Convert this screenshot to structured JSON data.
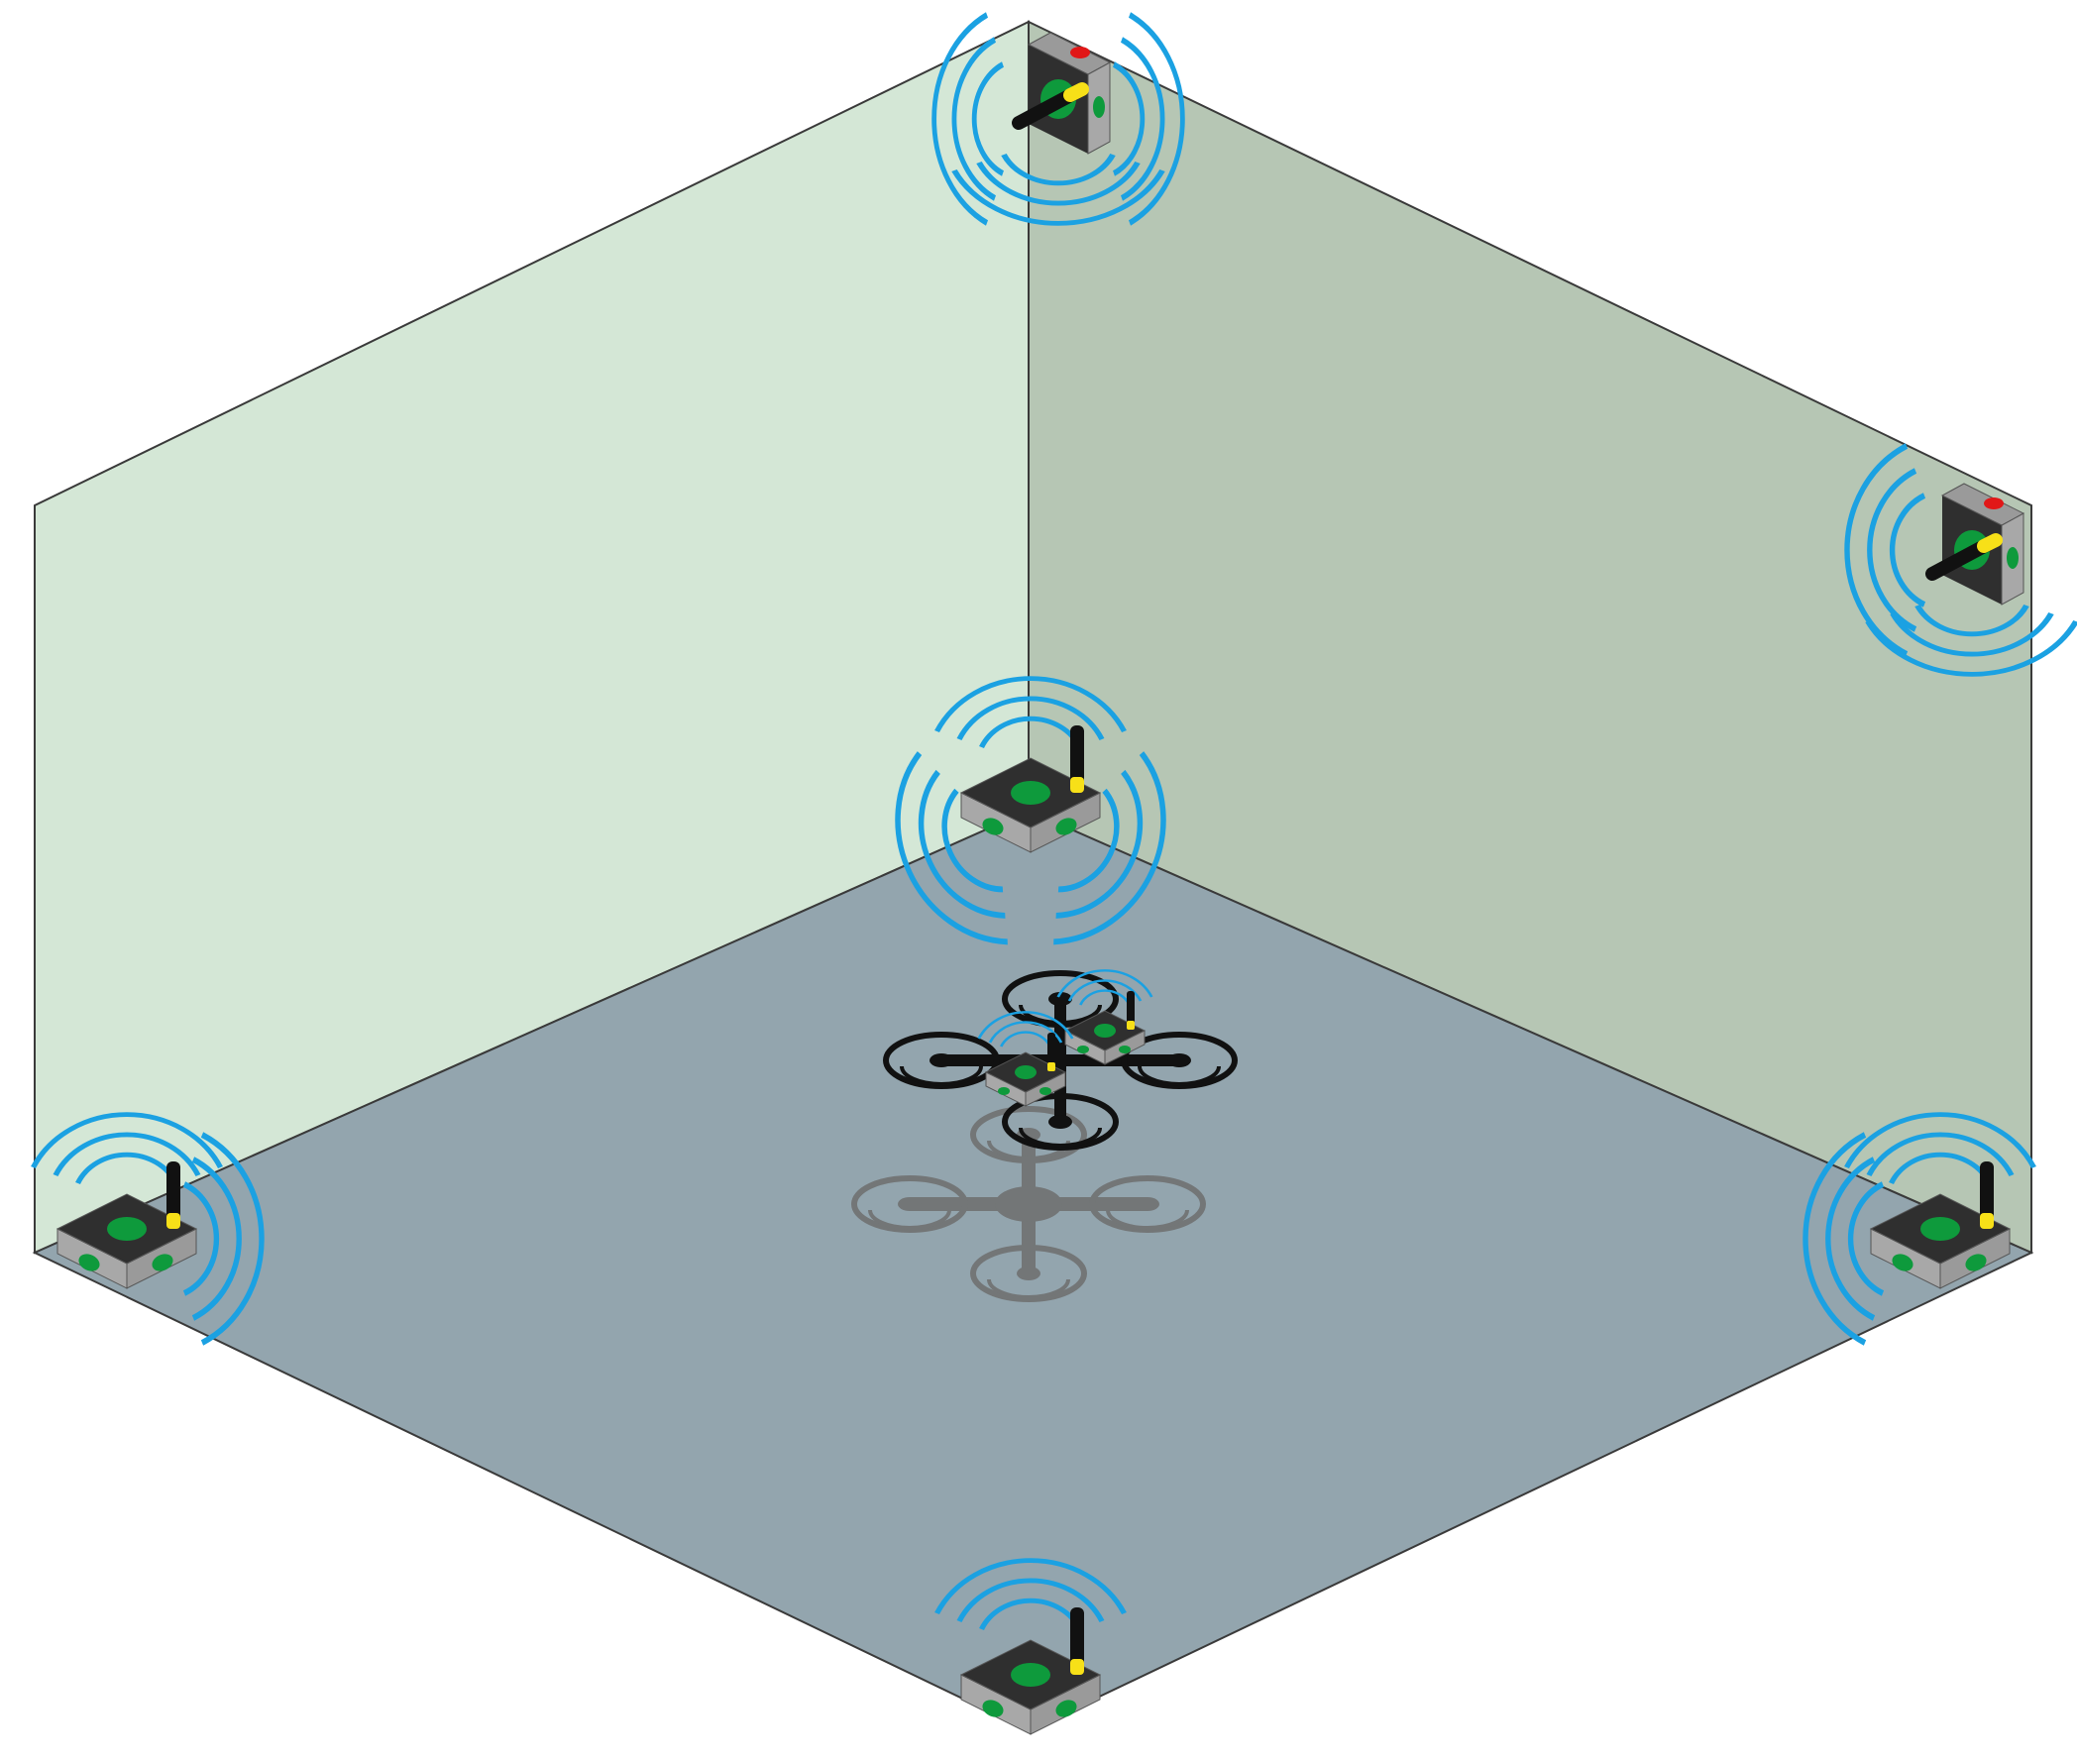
{
  "scene": {
    "colors": {
      "left_wall": "#d4e7d6",
      "right_wall": "#b6c6b4",
      "floor": "#93a5ae",
      "edge": "#3a3a3a",
      "wave": "#1ba1e2",
      "anchor_top": "#2f2f2f",
      "anchor_side": "#a8a8a8",
      "led_green": "#0e9a3c",
      "led_red": "#e11717",
      "antenna_tip": "#f7e018",
      "drone": "#111111",
      "shadow": "#6e6e6e"
    },
    "anchors": [
      {
        "id": "ceiling-corner",
        "mount": "wall",
        "icon": "uwb-anchor-icon"
      },
      {
        "id": "right-wall",
        "mount": "wall",
        "icon": "uwb-anchor-icon"
      },
      {
        "id": "back-floor-corner",
        "mount": "floor",
        "icon": "uwb-anchor-icon"
      },
      {
        "id": "left-floor-corner",
        "mount": "floor",
        "icon": "uwb-anchor-icon"
      },
      {
        "id": "right-floor-corner",
        "mount": "floor",
        "icon": "uwb-anchor-icon"
      },
      {
        "id": "front-floor-corner",
        "mount": "floor",
        "icon": "uwb-anchor-icon"
      }
    ],
    "drone": {
      "icon": "quadcopter-icon",
      "tags": 2,
      "shadow_icon": "quadcopter-shadow-icon"
    }
  }
}
